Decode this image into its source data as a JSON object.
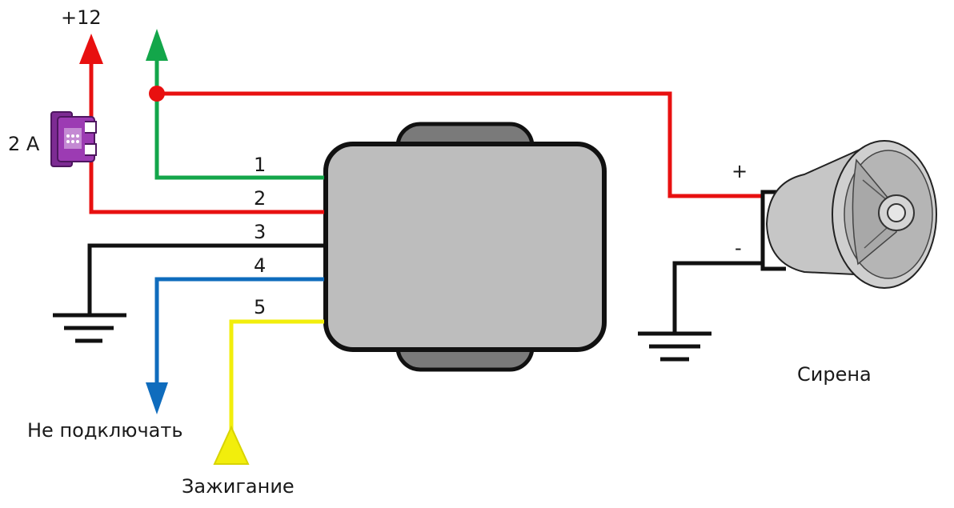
{
  "labels": {
    "plus12": "+12",
    "fuse": "2 A",
    "wire1": "1",
    "wire2": "2",
    "wire3": "3",
    "wire4": "4",
    "wire5": "5",
    "not_connect": "Не подключать",
    "ignition": "Зажигание",
    "siren": "Сирена",
    "siren_plus": "+",
    "siren_minus": "-"
  },
  "colors": {
    "red": "#e81010",
    "green": "#13a64a",
    "black": "#111111",
    "blue": "#0f6cbd",
    "yellow": "#f2ee0c",
    "module_fill": "#bdbdbd",
    "module_tab": "#7a7a7a",
    "fuse": "#9c3bb3"
  }
}
